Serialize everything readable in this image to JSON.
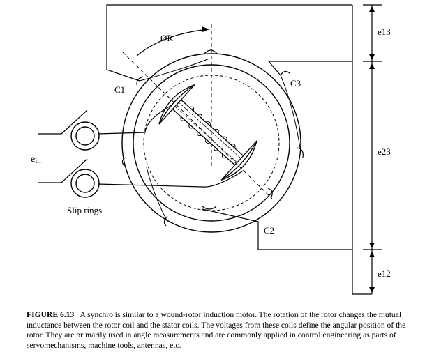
{
  "labels": {
    "phi_r": "ØR",
    "c1": "C1",
    "c2": "C2",
    "c3": "C3",
    "e13": "e13",
    "e23": "e23",
    "e12": "e12",
    "e_in": "e",
    "e_in_sub": "in",
    "slip_rings": "Slip rings"
  },
  "caption": {
    "figure": "FIGURE 6.13",
    "text": "A synchro is similar to a wound-rotor induction motor. The rotation of the rotor changes the mutual inductance between the rotor coil and the stator coils. The voltages from these coils define the angular position of the rotor. They are primarily used in angle measurements and are commonly applied in control engineering as parts of servomechanisms, machine tools, antennas, etc."
  }
}
